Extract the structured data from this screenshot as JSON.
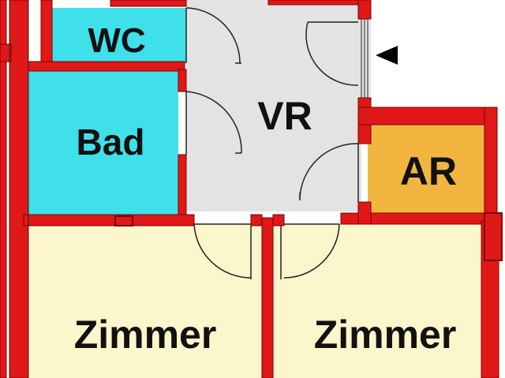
{
  "floorplan": {
    "rooms": [
      {
        "id": "wc",
        "label": "WC",
        "color": "#3fe0ea"
      },
      {
        "id": "bad",
        "label": "Bad",
        "color": "#3fe0ea"
      },
      {
        "id": "vr",
        "label": "VR",
        "color": "#e3e3e3"
      },
      {
        "id": "ar",
        "label": "AR",
        "color": "#f2b640"
      },
      {
        "id": "zimmer1",
        "label": "Zimmer",
        "color": "#fbf6cc"
      },
      {
        "id": "zimmer2",
        "label": "Zimmer",
        "color": "#fbf6cc"
      }
    ],
    "colors": {
      "wall": "#e01818",
      "wall_outline": "#7a0000",
      "door_line": "#222222",
      "entrance_marker": "#000000"
    },
    "entrance_marker_icon": "triangle-left-icon"
  }
}
